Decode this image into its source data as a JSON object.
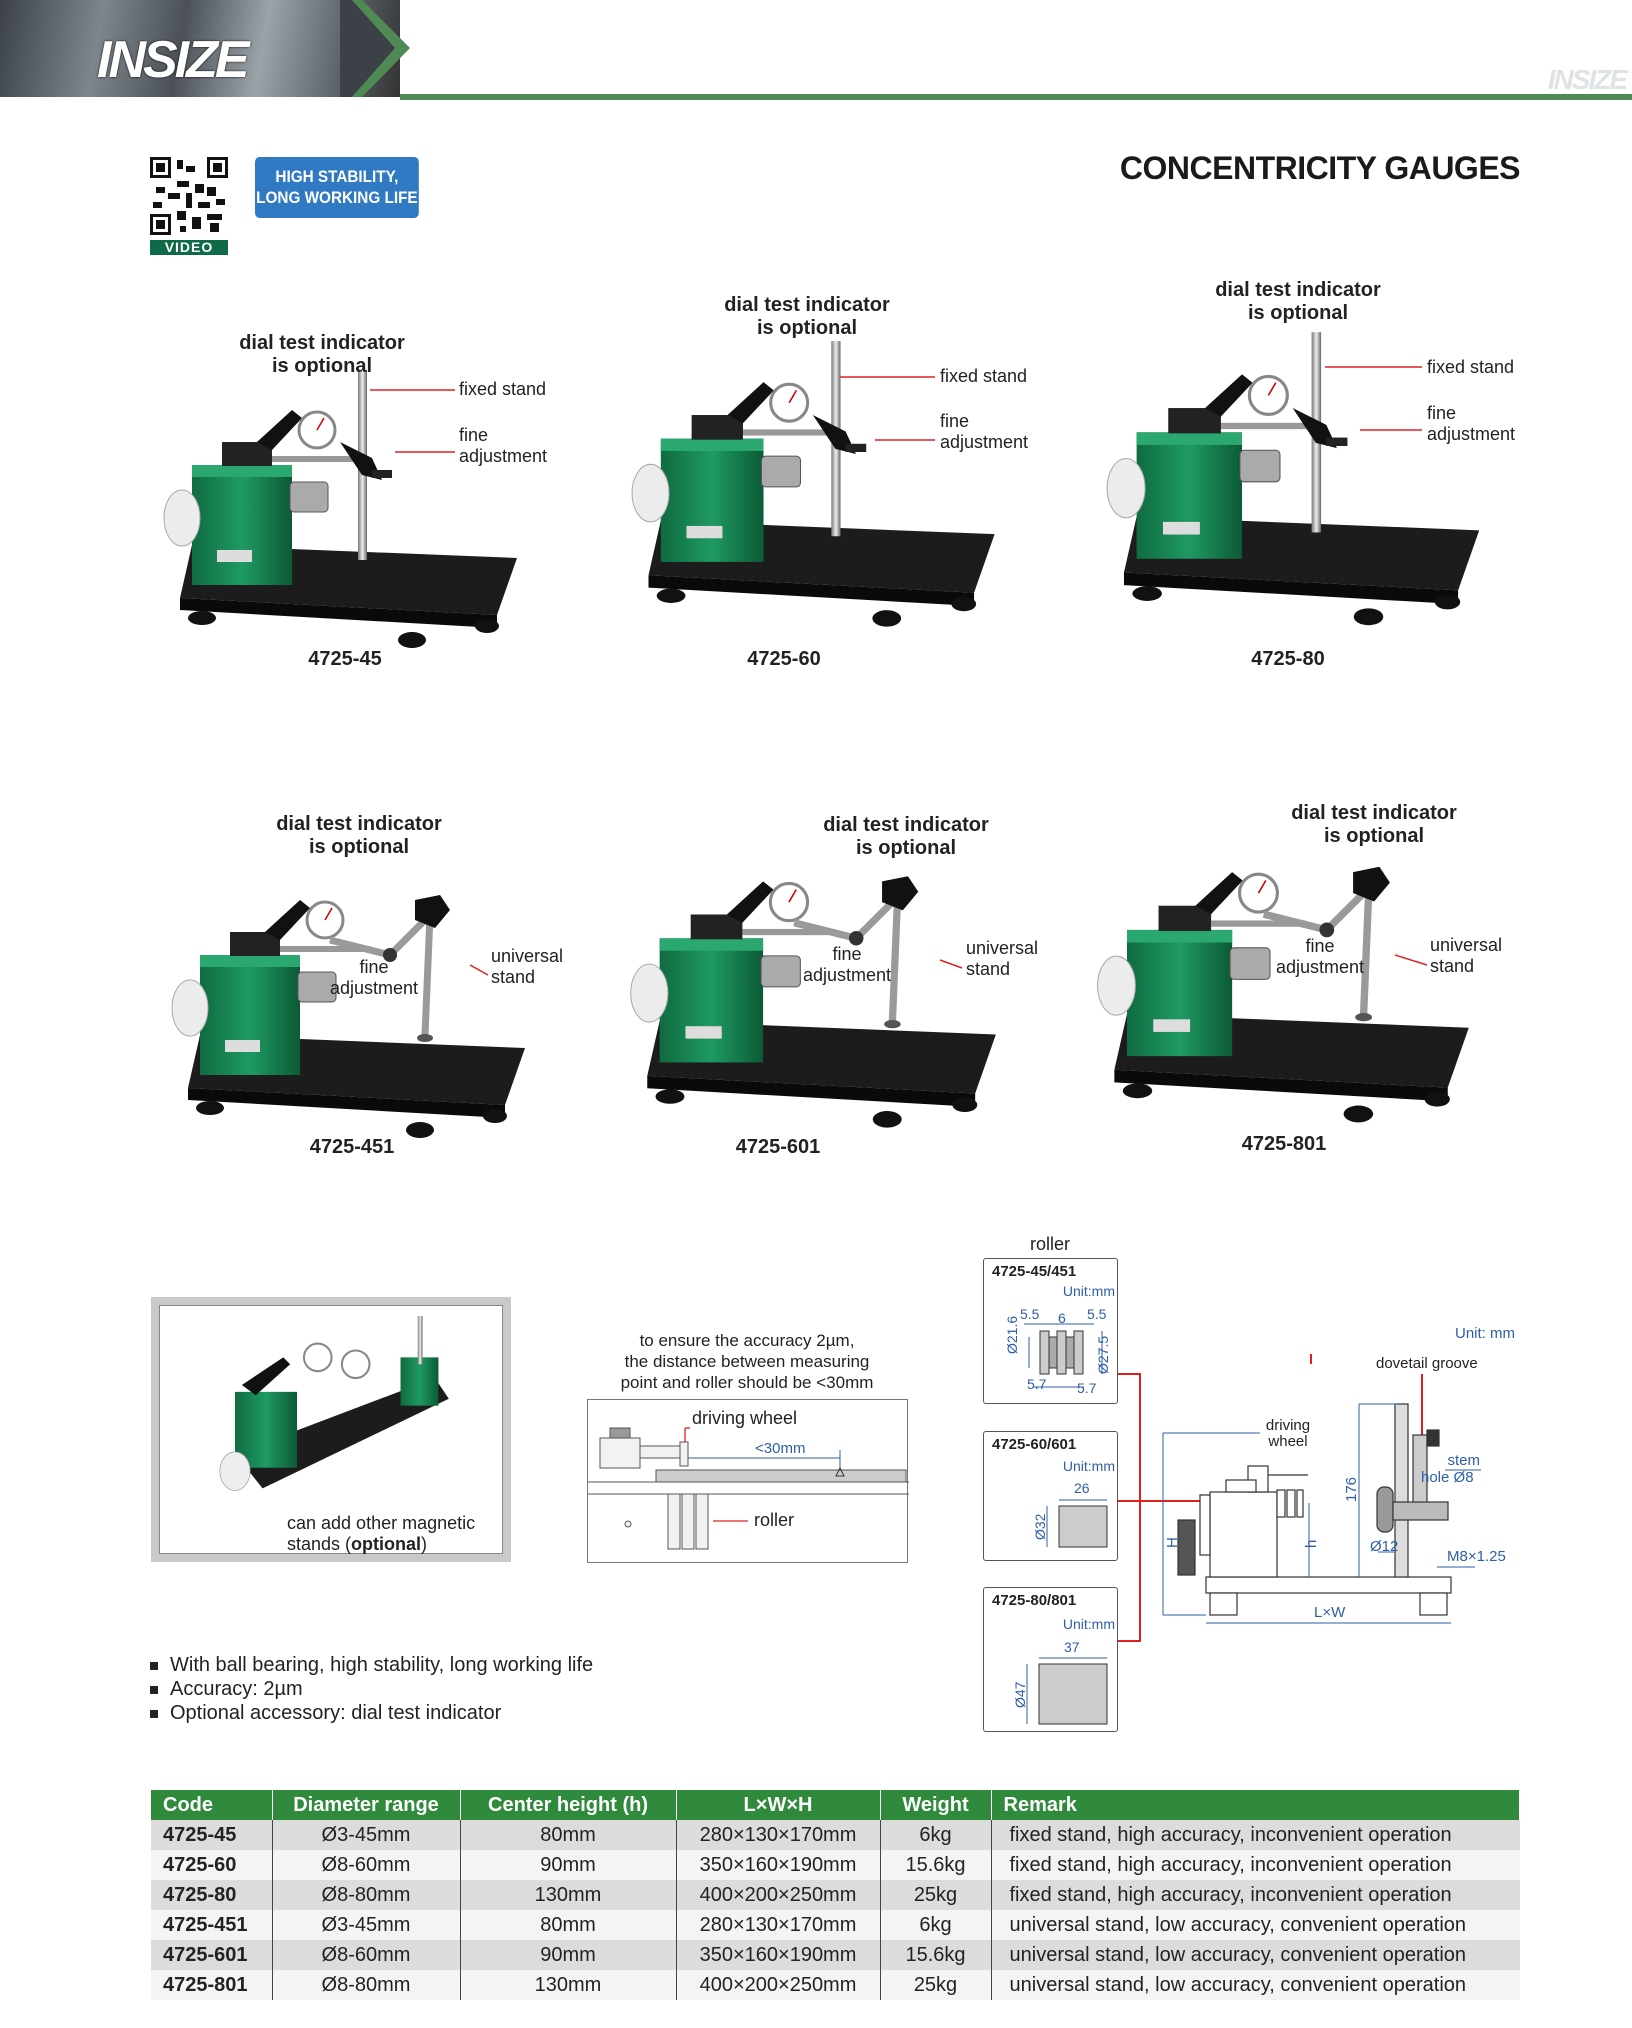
{
  "header": {
    "logo": "INSIZE",
    "watermark": "INSIZE"
  },
  "qr": {
    "label": "VIDEO"
  },
  "badge": {
    "line1": "HIGH STABILITY,",
    "line2": "LONG WORKING LIFE"
  },
  "title": "CONCENTRICITY GAUGES",
  "labels": {
    "dial1": "dial test indicator",
    "dial2": "is optional",
    "fixed": "fixed stand",
    "fine1": "fine",
    "fine2": "adjustment",
    "universal1": "universal",
    "universal2": "stand"
  },
  "products": [
    {
      "code": "4725-45"
    },
    {
      "code": "4725-60"
    },
    {
      "code": "4725-80"
    },
    {
      "code": "4725-451"
    },
    {
      "code": "4725-601"
    },
    {
      "code": "4725-801"
    }
  ],
  "magnetic": {
    "caption1": "can add other magnetic",
    "caption2": "stands (",
    "caption_bold": "optional",
    "caption3": ")"
  },
  "accuracy_note": {
    "line1": "to ensure the accuracy 2µm,",
    "line2": "the distance between measuring",
    "line3": "point and roller should be <30mm",
    "driving_wheel": "driving wheel",
    "distance": "<30mm",
    "roller": "roller"
  },
  "rollers": {
    "heading": "roller",
    "unit": "Unit:mm",
    "box1": {
      "title": "4725-45/451",
      "d1": "5.5",
      "d2": "6",
      "d3": "5.5",
      "dia1": "Ø21.6",
      "dia2": "Ø27.5",
      "w1": "5.7",
      "w2": "5.7"
    },
    "box2": {
      "title": "4725-60/601",
      "width": "26",
      "dia": "Ø32"
    },
    "box3": {
      "title": "4725-80/801",
      "width": "37",
      "dia": "Ø47"
    }
  },
  "drawing": {
    "unit": "Unit: mm",
    "dovetail": "dovetail groove",
    "driving1": "driving",
    "driving2": "wheel",
    "stem1": "stem",
    "stem2": "hole Ø8",
    "height176": "176",
    "H": "H",
    "h": "h",
    "dia12": "Ø12",
    "thread": "M8×1.25",
    "lw": "L×W"
  },
  "features": [
    "With ball bearing, high stability, long working life",
    "Accuracy: 2µm",
    "Optional accessory: dial test indicator"
  ],
  "table": {
    "headers": [
      "Code",
      "Diameter range",
      "Center height (h)",
      "L×W×H",
      "Weight",
      "Remark"
    ],
    "rows": [
      [
        "4725-45",
        "Ø3-45mm",
        "80mm",
        "280×130×170mm",
        "6kg",
        "fixed stand, high accuracy, inconvenient operation"
      ],
      [
        "4725-60",
        "Ø8-60mm",
        "90mm",
        "350×160×190mm",
        "15.6kg",
        "fixed stand, high accuracy, inconvenient operation"
      ],
      [
        "4725-80",
        "Ø8-80mm",
        "130mm",
        "400×200×250mm",
        "25kg",
        "fixed stand, high accuracy, inconvenient operation"
      ],
      [
        "4725-451",
        "Ø3-45mm",
        "80mm",
        "280×130×170mm",
        "6kg",
        "universal stand, low accuracy, convenient operation"
      ],
      [
        "4725-601",
        "Ø8-60mm",
        "90mm",
        "350×160×190mm",
        "15.6kg",
        "universal stand, low accuracy, convenient operation"
      ],
      [
        "4725-801",
        "Ø8-80mm",
        "130mm",
        "400×200×250mm",
        "25kg",
        "universal stand, low accuracy, convenient operation"
      ]
    ]
  },
  "colors": {
    "green": "#2f8a3c",
    "blue": "#3079c3",
    "red": "#e02020"
  }
}
